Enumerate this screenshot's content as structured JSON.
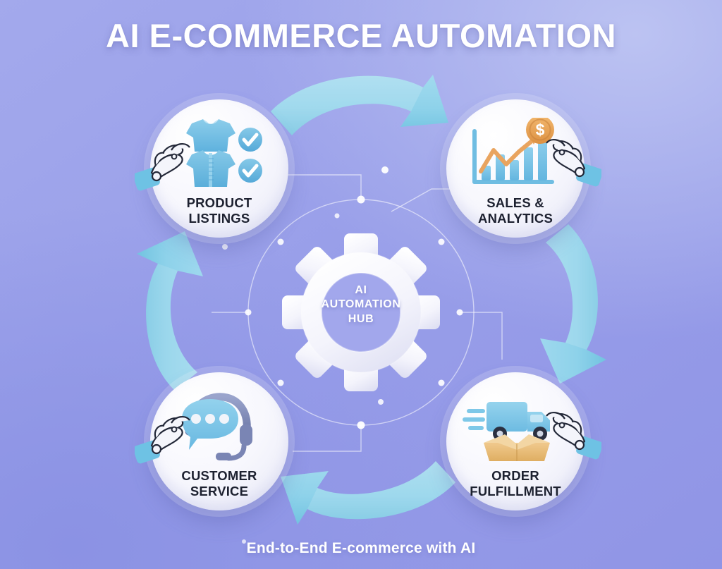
{
  "title": "AI E-COMMERCE AUTOMATION",
  "footer_caption": "End-to-End E-commerce with AI",
  "colors": {
    "background_light": "#bcc3f2",
    "background_mid": "#989ee9",
    "background_dark": "#8b92e4",
    "arrow_blue": "#8ed2ea",
    "arrow_blue_dark": "#6fc0de",
    "node_white": "#f7f7fd",
    "label_navy": "#1d2130",
    "accent_orange": "#e8a055",
    "icon_blue": "#7cc6e8",
    "title_white": "#ffffff"
  },
  "hub": {
    "name": "AI Automation Hub",
    "lines": [
      "AI",
      "AUTOMATION",
      "HUB"
    ],
    "shape": "gear",
    "teeth": 8
  },
  "nodes": [
    {
      "id": "product-listings",
      "label_lines": [
        "PRODUCT",
        "LISTINGS"
      ],
      "label": "PRODUCT LISTINGS",
      "position": "top-left",
      "icon": "tshirt-checkmark-icon",
      "icon_description": "Two blue t-shirts each with a blue circular checkmark badge",
      "robot_arm": "left"
    },
    {
      "id": "sales-analytics",
      "label_lines": [
        "SALES &",
        "ANALYTICS"
      ],
      "label": "SALES & ANALYTICS",
      "position": "top-right",
      "icon": "bar-chart-dollar-icon",
      "icon_description": "Blue bar chart with rising orange trend line and orange dollar coin",
      "robot_arm": "right"
    },
    {
      "id": "order-fulfillment",
      "label_lines": [
        "ORDER",
        "FULFILLMENT"
      ],
      "label": "ORDER FULFILLMENT",
      "position": "bottom-right",
      "icon": "delivery-truck-box-icon",
      "icon_description": "Blue delivery truck with speed lines above an open cardboard box",
      "robot_arm": "right"
    },
    {
      "id": "customer-service",
      "label_lines": [
        "CUSTOMER",
        "SERVICE"
      ],
      "label": "CUSTOMER SERVICE",
      "position": "bottom-left",
      "icon": "chat-headset-icon",
      "icon_description": "Blue speech bubble with three dots and a support headset",
      "robot_arm": "left"
    }
  ],
  "arrows": [
    {
      "id": "arrow-top",
      "from": "product-listings",
      "to": "sales-analytics",
      "direction": "right"
    },
    {
      "id": "arrow-right",
      "from": "sales-analytics",
      "to": "order-fulfillment",
      "direction": "down"
    },
    {
      "id": "arrow-bottom",
      "from": "order-fulfillment",
      "to": "customer-service",
      "direction": "left"
    },
    {
      "id": "arrow-left",
      "from": "customer-service",
      "to": "product-listings",
      "direction": "up"
    }
  ]
}
